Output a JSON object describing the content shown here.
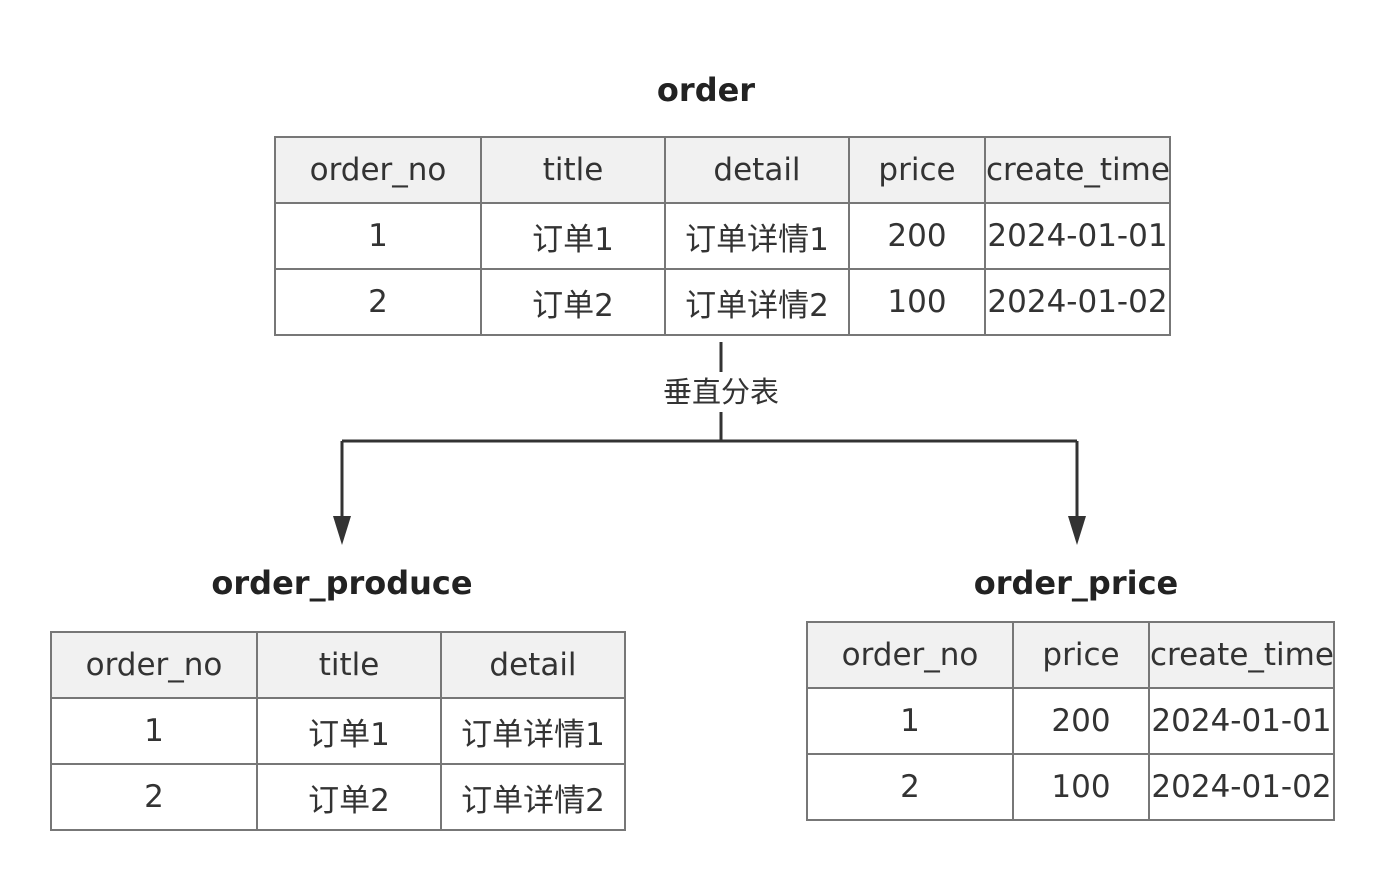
{
  "diagram": {
    "source_table": {
      "name": "order",
      "columns": [
        "order_no",
        "title",
        "detail",
        "price",
        "create_time"
      ],
      "rows": [
        [
          "1",
          "订单1",
          "订单详情1",
          "200",
          "2024-01-01"
        ],
        [
          "2",
          "订单2",
          "订单详情2",
          "100",
          "2024-01-02"
        ]
      ]
    },
    "split_label": "垂直分表",
    "left_table": {
      "name": "order_produce",
      "columns": [
        "order_no",
        "title",
        "detail"
      ],
      "rows": [
        [
          "1",
          "订单1",
          "订单详情1"
        ],
        [
          "2",
          "订单2",
          "订单详情2"
        ]
      ]
    },
    "right_table": {
      "name": "order_price",
      "columns": [
        "order_no",
        "price",
        "create_time"
      ],
      "rows": [
        [
          "1",
          "200",
          "2024-01-01"
        ],
        [
          "2",
          "100",
          "2024-01-02"
        ]
      ]
    }
  }
}
